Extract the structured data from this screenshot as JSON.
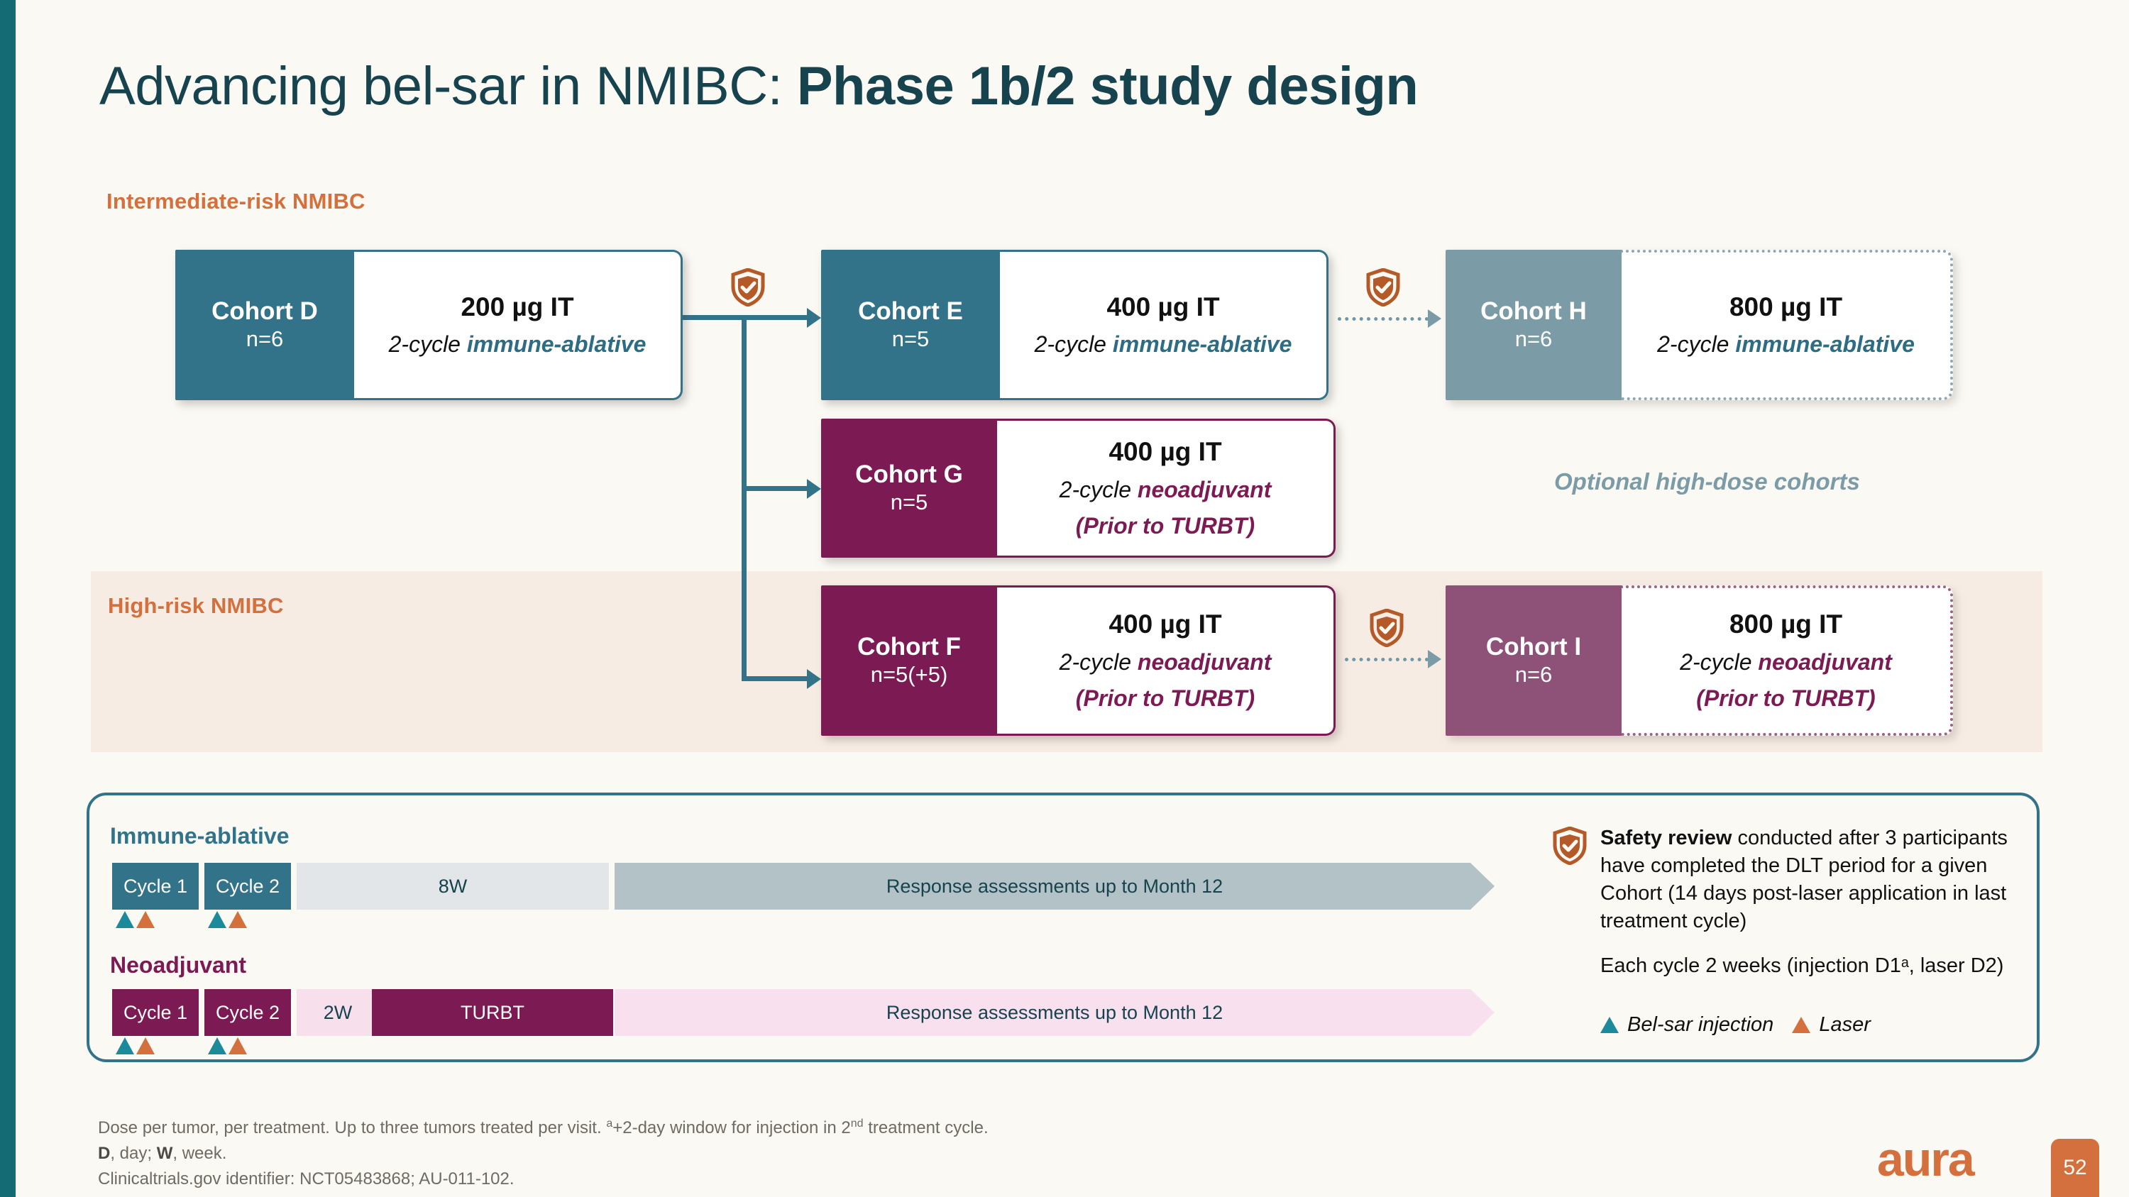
{
  "title": {
    "lead": "Advancing bel-sar in NMIBC: ",
    "emphasis": "Phase 1b/2 study design"
  },
  "risk_bands": {
    "intermediate_label": "Intermediate-risk NMIBC",
    "high_label": "High-risk NMIBC",
    "optional_caption": "Optional high-dose cohorts"
  },
  "cohorts": [
    {
      "id": "D",
      "name": "Cohort D",
      "n": "n=6",
      "dose": "200 µg IT",
      "schedule_prefix": "2-cycle ",
      "schedule_em": "immune-ablative",
      "sub": ""
    },
    {
      "id": "E",
      "name": "Cohort E",
      "n": "n=5",
      "dose": "400 µg IT",
      "schedule_prefix": "2-cycle ",
      "schedule_em": "immune-ablative",
      "sub": ""
    },
    {
      "id": "H",
      "name": "Cohort H",
      "n": "n=6",
      "dose": "800 µg IT",
      "schedule_prefix": "2-cycle ",
      "schedule_em": "immune-ablative",
      "sub": ""
    },
    {
      "id": "G",
      "name": "Cohort G",
      "n": "n=5",
      "dose": "400 µg IT",
      "schedule_prefix": "2-cycle ",
      "schedule_em": "neoadjuvant",
      "sub": "(Prior to TURBT)"
    },
    {
      "id": "F",
      "name": "Cohort F",
      "n": "n=5(+5)",
      "dose": "400 µg IT",
      "schedule_prefix": "2-cycle ",
      "schedule_em": "neoadjuvant",
      "sub": "(Prior to TURBT)"
    },
    {
      "id": "I",
      "name": "Cohort I",
      "n": "n=6",
      "dose": "800 µg IT",
      "schedule_prefix": "2-cycle ",
      "schedule_em": "neoadjuvant",
      "sub": "(Prior to TURBT)"
    }
  ],
  "schema": {
    "ablative": {
      "title": "Immune-ablative",
      "cycle1": "Cycle 1",
      "cycle2": "Cycle 2",
      "gap": "8W",
      "followup": "Response assessments up to Month 12"
    },
    "neoadjuvant": {
      "title": "Neoadjuvant",
      "cycle1": "Cycle 1",
      "cycle2": "Cycle 2",
      "gap": "2W",
      "turbt": "TURBT",
      "followup": "Response assessments up to Month 12"
    }
  },
  "notes": {
    "safety_bold": "Safety review",
    "safety_rest": " conducted after 3 participants have completed the DLT period for a given Cohort (14 days post-laser application in last treatment cycle)",
    "cycle_note": "Each cycle 2 weeks (injection D1ᵃ, laser D2)",
    "legend_injection": "Bel-sar injection",
    "legend_laser": "Laser"
  },
  "footnotes": {
    "line1_a": "Dose per tumor, per treatment. Up to three tumors treated per visit. ",
    "line1_sup": "a",
    "line1_b": "+2-day window for injection in 2",
    "line1_sup2": "nd",
    "line1_c": " treatment cycle.",
    "line2_d": "D",
    "line2_d_rest": ", day; ",
    "line2_w": "W",
    "line2_w_rest": ", week.",
    "line3": "Clinicaltrials.gov identifier: NCT05483868; AU-011-102."
  },
  "brand": {
    "logo": "aura",
    "page_number": "52"
  },
  "colors": {
    "background": "#fbf9f4",
    "teal_dark": "#33738a",
    "teal_light": "#7b9ba6",
    "purple_dark": "#7c1b53",
    "purple_light": "#8e5278",
    "orange": "#d4703d",
    "title_ink": "#17434f",
    "highrisk_band": "#f7ece4"
  }
}
